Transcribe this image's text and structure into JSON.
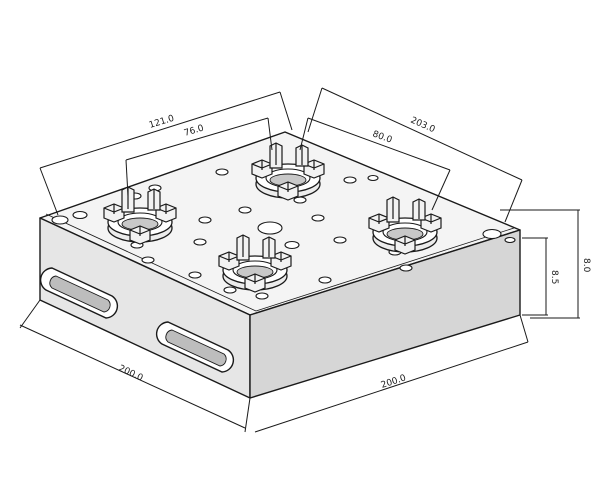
{
  "colors": {
    "line": "#1a1a1a",
    "face_top": "#f4f4f4",
    "face_front": "#e2e2e2",
    "face_right": "#d0d0d0",
    "hole": "#bdbdbd"
  },
  "dimensions": {
    "top_left_overall": "121.0",
    "top_left_pitch": "76.0",
    "top_right_pitch": "80.0",
    "top_right_overall": "203.0",
    "bottom_left_width": "200.0",
    "bottom_right_width": "200.0",
    "right_height_inner": "8.5",
    "right_height_outer": "8.0"
  }
}
